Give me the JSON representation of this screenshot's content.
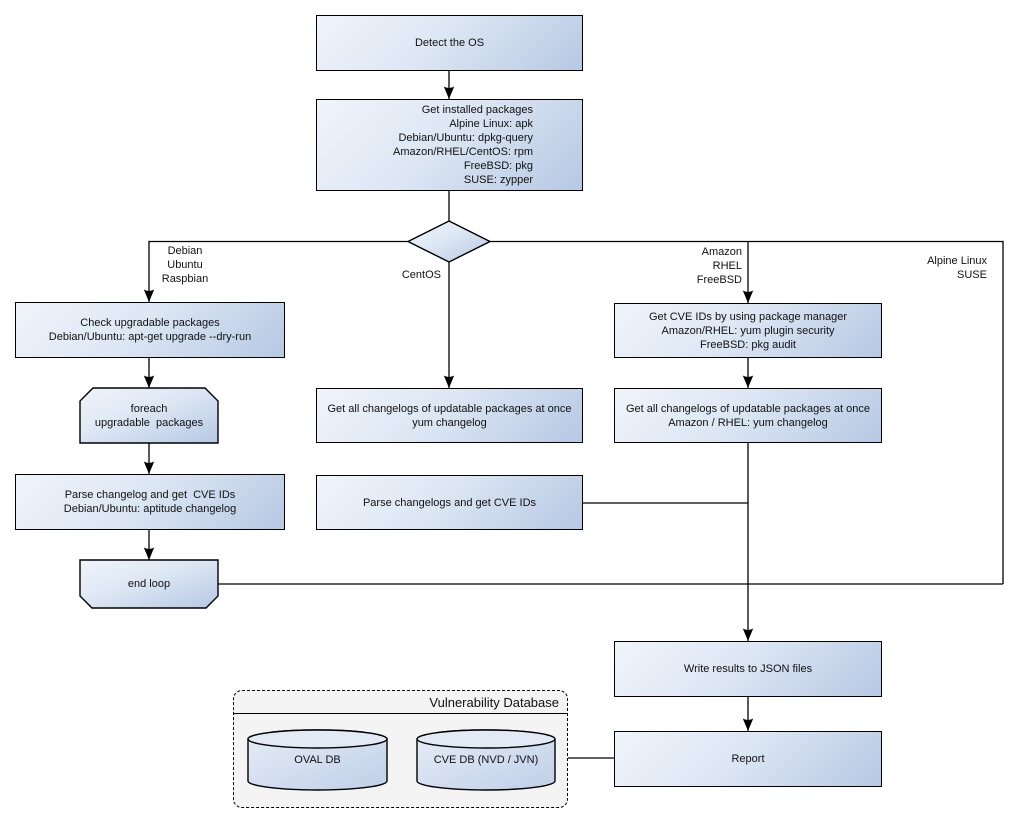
{
  "diagram": {
    "nodes": {
      "detect_os": {
        "label": "Detect the OS"
      },
      "get_installed": {
        "label": "Get installed packages\nAlpine Linux: apk\nDebian/Ubuntu: dpkg-query\nAmazon/RHEL/CentOS: rpm\nFreeBSD: pkg\nSUSE: zypper"
      },
      "check_upgradable": {
        "label": "Check upgradable packages\nDebian/Ubuntu: apt-get upgrade --dry-run"
      },
      "foreach_loop": {
        "label": "foreach\nupgradable  packages"
      },
      "parse_changelog_apt": {
        "label": "Parse changelog and get  CVE IDs\nDebian/Ubuntu: aptitude changelog"
      },
      "end_loop": {
        "label": "end loop"
      },
      "yum_changelog": {
        "label": "Get all changelogs of updatable packages at once\nyum changelog"
      },
      "parse_changelogs_yum": {
        "label": "Parse changelogs and get CVE IDs"
      },
      "get_cve_ids_pkg_mgr": {
        "label": "Get CVE IDs by using package manager\nAmazon/RHEL: yum plugin security\nFreeBSD: pkg audit"
      },
      "yum_changelog_amazon": {
        "label": "Get all changelogs of updatable packages at once\nAmazon / RHEL: yum changelog"
      },
      "write_json": {
        "label": "Write results to JSON files"
      },
      "report": {
        "label": "Report"
      },
      "oval_db": {
        "label": "OVAL DB"
      },
      "cve_db": {
        "label": "CVE DB (NVD / JVN)"
      }
    },
    "branch_labels": {
      "debian": "Debian\nUbuntu\nRaspbian",
      "centos": "CentOS",
      "amazon": "Amazon\nRHEL\nFreeBSD",
      "alpine": "Alpine Linux\nSUSE"
    },
    "container": {
      "title": "Vulnerability Database"
    },
    "colors": {
      "node_fill_light": "#f0f4fb",
      "node_fill_dark": "#b6c8e3",
      "stroke": "#000000",
      "container_fill": "#f4f4f4",
      "background": "#ffffff"
    }
  }
}
